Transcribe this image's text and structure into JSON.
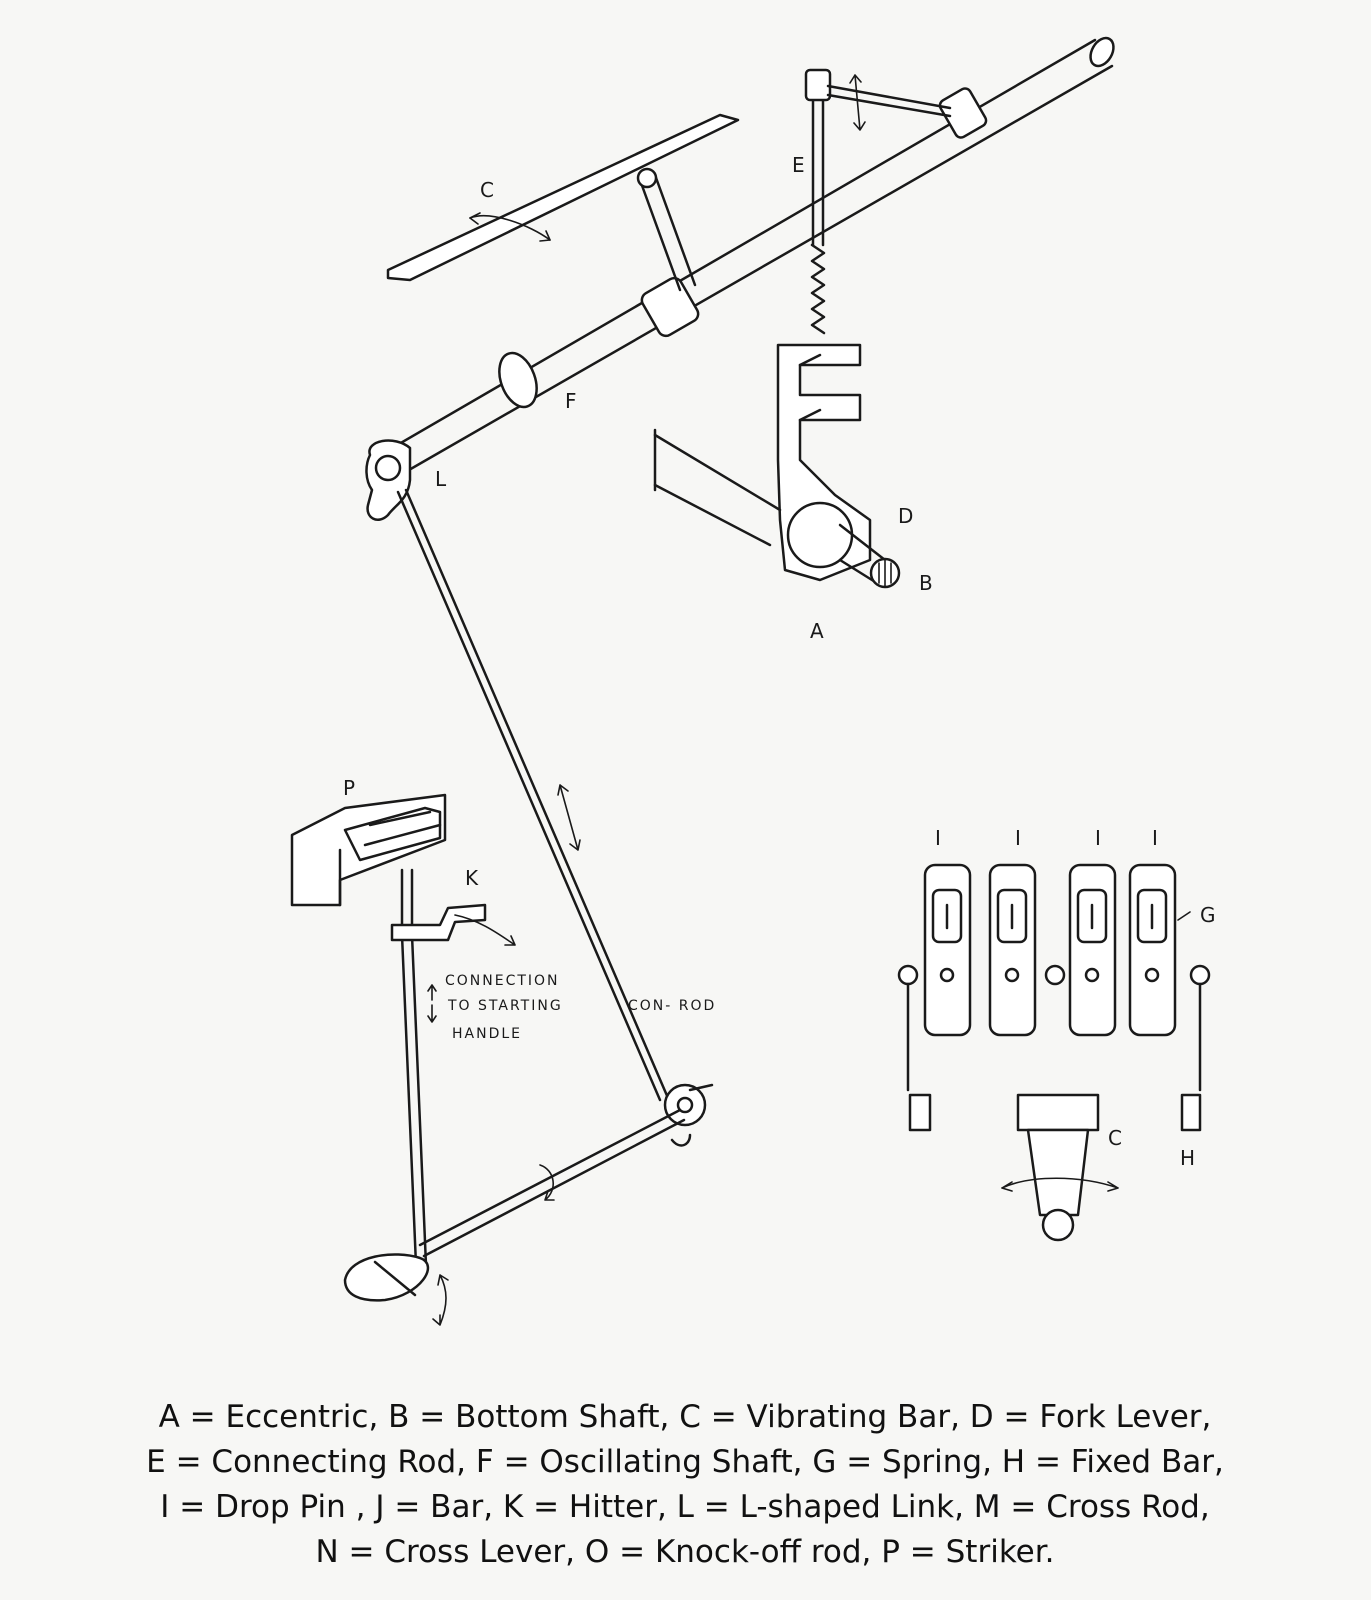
{
  "labels": {
    "A": "A",
    "B": "B",
    "C": "C",
    "D": "D",
    "E": "E",
    "F": "F",
    "G": "G",
    "H": "H",
    "I": "I",
    "K": "K",
    "L": "L",
    "P": "P"
  },
  "annotations": {
    "connection_line1": "CONNECTION",
    "connection_line2": "TO STARTING",
    "connection_line3": "HANDLE",
    "con_rod": "CON- ROD"
  },
  "legend": {
    "line1": "A = Eccentric, B = Bottom Shaft, C = Vibrating Bar, D = Fork Lever,",
    "line2": "E = Connecting Rod, F = Oscillating Shaft, G = Spring, H = Fixed Bar,",
    "line3": "I = Drop Pin , J = Bar, K = Hitter, L = L-shaped Link, M = Cross Rod,",
    "line4": "N = Cross Lever, O = Knock-off rod, P = Striker."
  }
}
